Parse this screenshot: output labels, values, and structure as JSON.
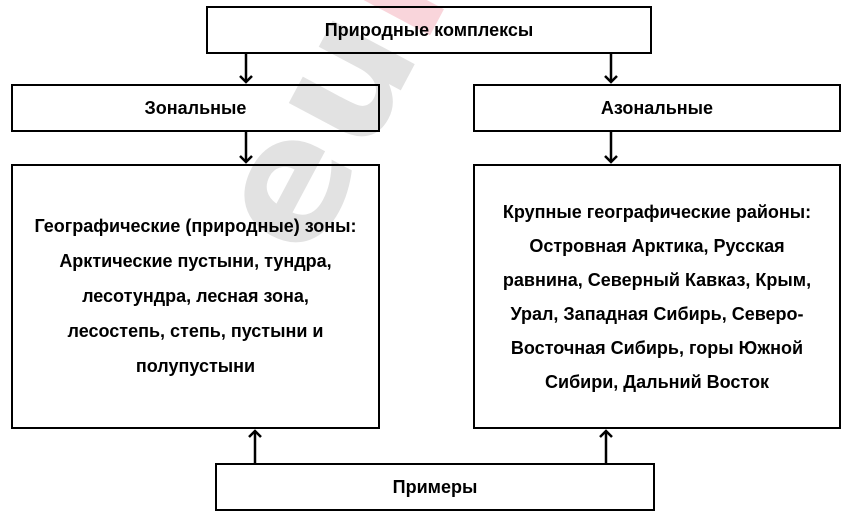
{
  "diagram": {
    "root": "Природные комплексы",
    "zonal": {
      "title": "Зональные",
      "description": "Географические (природные) зоны: Арктические пустыни, тундра, лесотундра, лесная зона, лесостепь, степь, пустыни и полупустыни"
    },
    "azonal": {
      "title": "Азональные",
      "description": "Крупные географические районы: Островная Арктика, Русская равнина, Северный Кавказ, Крым, Урал, Западная Сибирь, Северо-Восточная Сибирь, горы Южной Сибири, Дальний Восток"
    },
    "examples": "Примеры"
  },
  "watermark": {
    "text": "euroki"
  },
  "colors": {
    "line": "#000000",
    "background": "#ffffff"
  }
}
